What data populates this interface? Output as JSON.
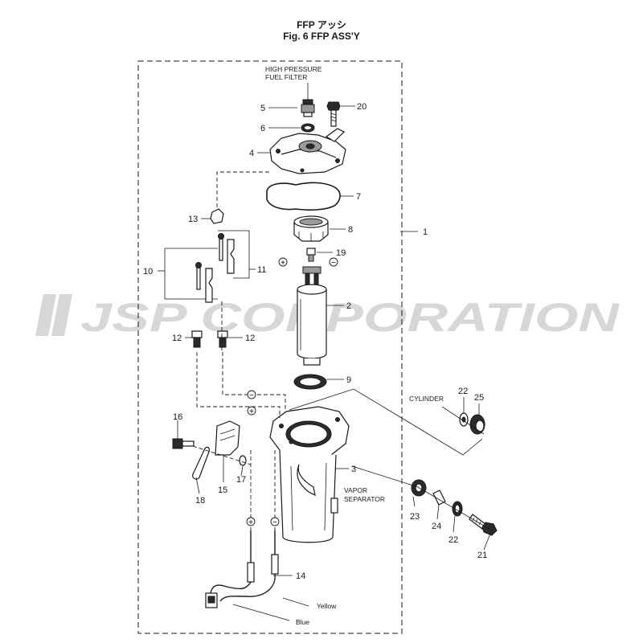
{
  "header": {
    "title_jp": "FFP アッシ",
    "title_en": "Fig. 6   FFP ASS'Y"
  },
  "watermark": {
    "text": "JSP CORPORATION",
    "color": "#d7d7d7"
  },
  "notes": {
    "high_pressure_1": "HIGH PRESSURE",
    "high_pressure_2": "FUEL  FILTER",
    "cylinder": "CYLINDER",
    "vapor_1": "VAPOR",
    "vapor_2": "SEPARATOR",
    "yellow": "Yellow",
    "blue": "Blue"
  },
  "callouts": {
    "c1": "1",
    "c2": "2",
    "c3": "3",
    "c4": "4",
    "c5": "5",
    "c6": "6",
    "c7": "7",
    "c8": "8",
    "c9": "9",
    "c10": "10",
    "c11": "11",
    "c12a": "12",
    "c12b": "12",
    "c13": "13",
    "c14": "14",
    "c15": "15",
    "c16": "16",
    "c17": "17",
    "c18": "18",
    "c19": "19",
    "c20": "20",
    "c21": "21",
    "c22a": "22",
    "c22b": "22",
    "c23": "23",
    "c24": "24",
    "c25": "25"
  },
  "polarity": {
    "plus": "+",
    "minus": "−"
  }
}
